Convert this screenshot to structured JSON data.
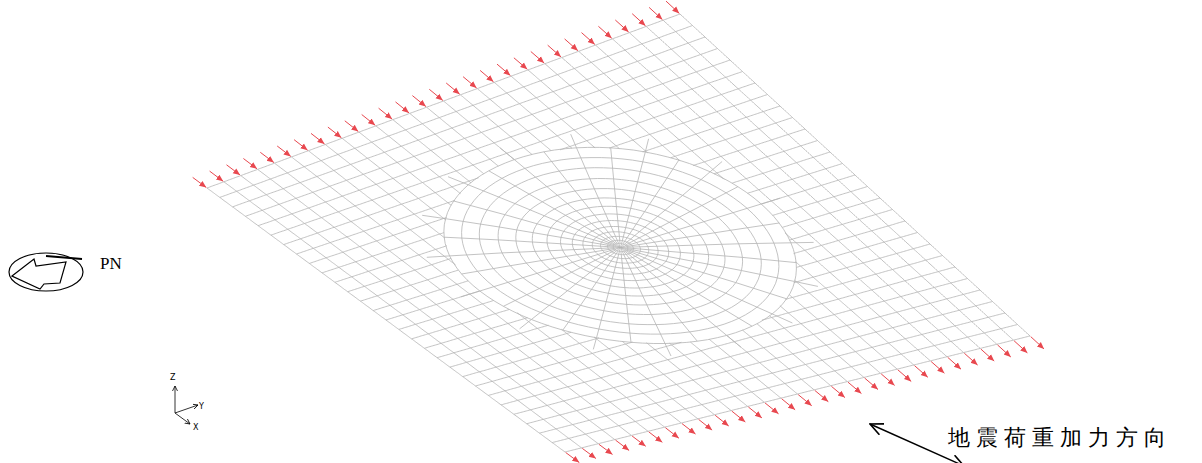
{
  "diagram": {
    "labels": [
      "PN",
      "Z",
      "Y",
      "X",
      "地震荷重加力方向"
    ]
  }
}
